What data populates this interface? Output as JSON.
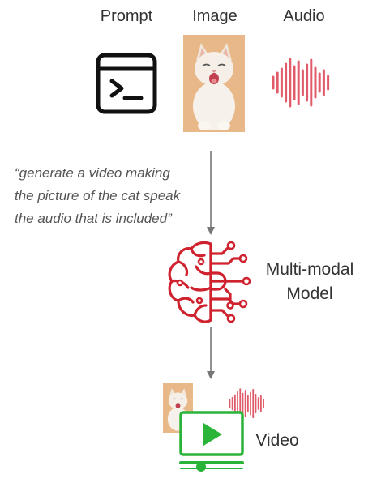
{
  "inputs": {
    "prompt_label": "Prompt",
    "image_label": "Image",
    "audio_label": "Audio"
  },
  "prompt_text": {
    "line1": "“generate a video making",
    "line2": "the picture of the cat speak",
    "line3": "the audio that is included”"
  },
  "model": {
    "line1": "Multi-modal",
    "line2": "Model"
  },
  "output": {
    "label": "Video"
  },
  "icons": {
    "prompt": "terminal-window-icon",
    "image": "kitten-photo",
    "audio": "sound-wave-icon",
    "model": "ai-brain-circuit-icon",
    "output": "video-player-icon"
  },
  "colors": {
    "audio_wave": "#e05c6b",
    "model_icon": "#d0222e",
    "video_icon": "#2bb43a",
    "arrow": "#777777",
    "terminal_icon": "#111111",
    "photo_background": "#e8b888"
  }
}
